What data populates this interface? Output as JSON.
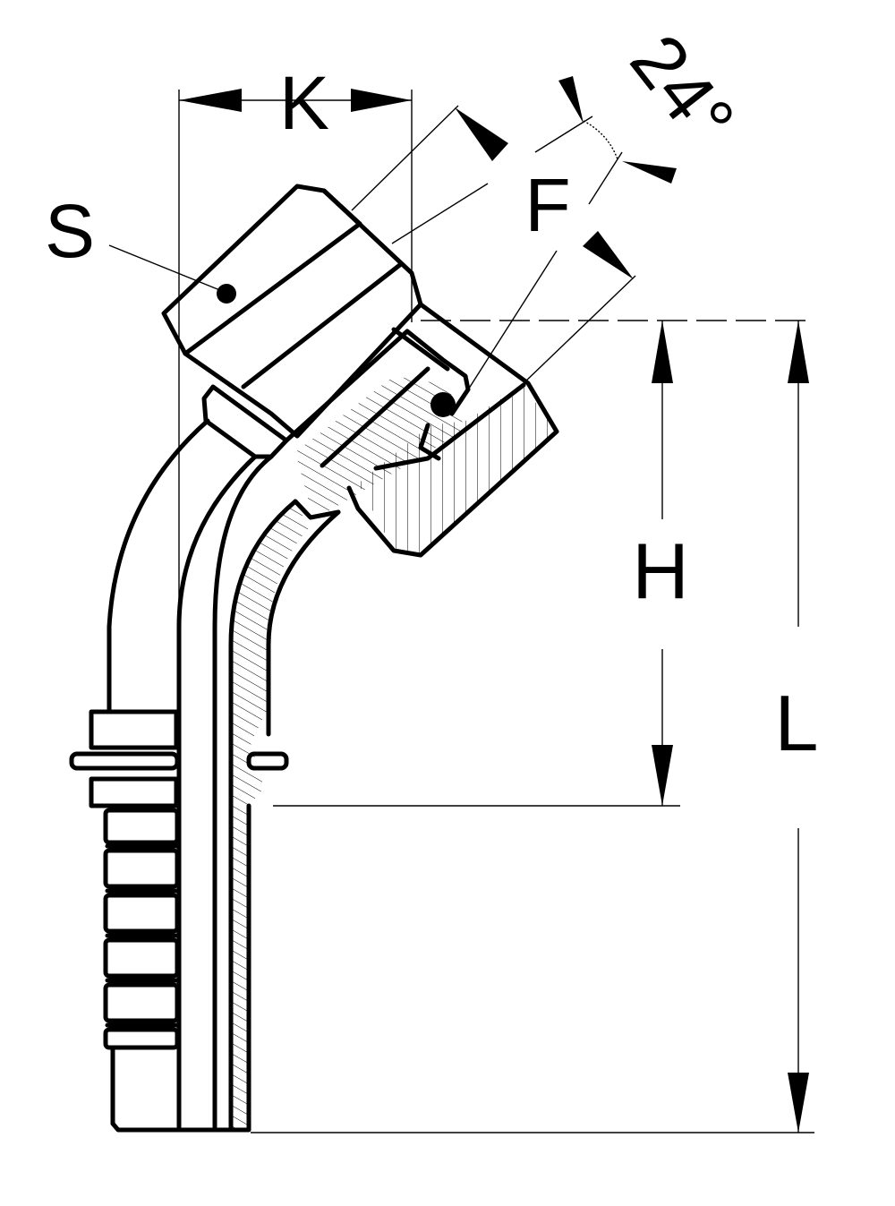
{
  "diagram": {
    "labels": {
      "k": "K",
      "s": "S",
      "f": "F",
      "angle": "24°",
      "h": "H",
      "l": "L"
    },
    "colors": {
      "line": "#000000",
      "background": "#ffffff"
    }
  }
}
